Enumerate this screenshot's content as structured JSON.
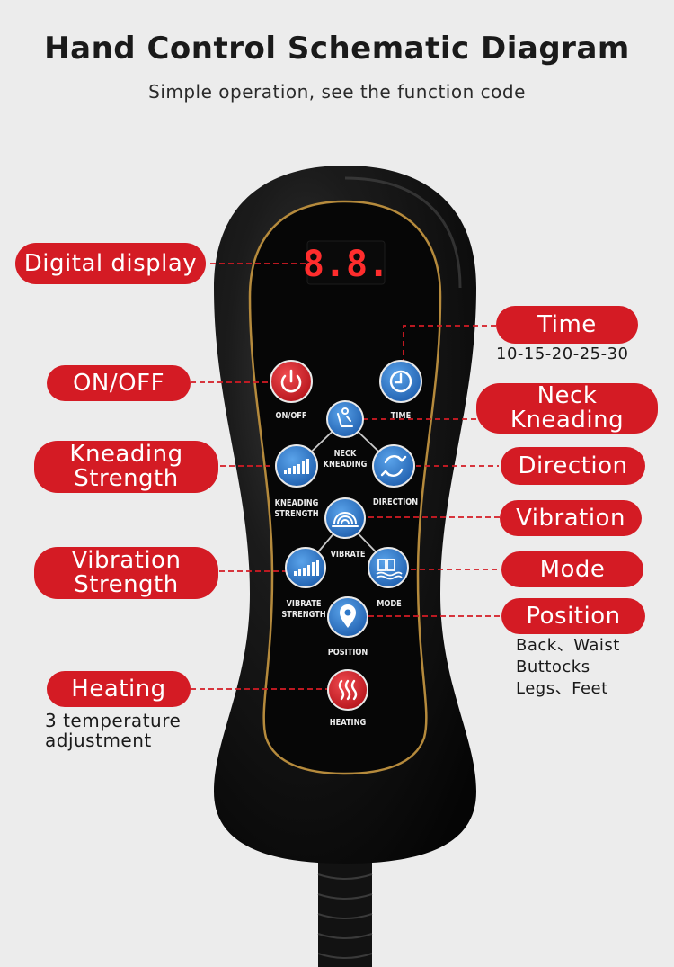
{
  "header": {
    "title": "Hand Control Schematic Diagram",
    "subtitle": "Simple operation, see the function code"
  },
  "display": {
    "reading": "8.8."
  },
  "colors": {
    "callout": "#d41b24",
    "device": "#121212",
    "gold_trim": "#b58a3c",
    "button_blue": "#2f79c9",
    "button_red": "#d61f26",
    "segment_red": "#ff2d2d"
  },
  "buttons": {
    "onoff": {
      "label": "ON/OFF",
      "icon": "power-icon"
    },
    "time": {
      "label": "TIME",
      "icon": "clock-icon"
    },
    "neck_kneading": {
      "label_1": "NECK",
      "label_2": "KNEADING",
      "icon": "massage-chair-icon"
    },
    "kneading_strength": {
      "label_1": "KNEADING",
      "label_2": "STRENGTH",
      "icon": "strength-bars-icon"
    },
    "direction": {
      "label": "DIRECTION",
      "icon": "rotate-arrows-icon"
    },
    "vibrate": {
      "label": "VIBRATE",
      "icon": "vibration-waves-icon"
    },
    "vibrate_strength": {
      "label_1": "VIBRATE",
      "label_2": "STRENGTH",
      "icon": "strength-bars-icon"
    },
    "mode": {
      "label": "MODE",
      "icon": "mode-grid-icon"
    },
    "position": {
      "label": "POSITION",
      "icon": "location-pin-icon"
    },
    "heating": {
      "label": "HEATING",
      "icon": "heat-waves-icon"
    }
  },
  "callouts": {
    "digital_display": {
      "line_1": "Digital display"
    },
    "time": {
      "line_1": "Time",
      "note": "10-15-20-25-30"
    },
    "onoff": {
      "line_1": "ON/OFF"
    },
    "neck_kneading": {
      "line_1": "Neck",
      "line_2": "Kneading"
    },
    "kneading_strength": {
      "line_1": "Kneading",
      "line_2": "Strength"
    },
    "direction": {
      "line_1": "Direction"
    },
    "vibration": {
      "line_1": "Vibration"
    },
    "vibration_strength": {
      "line_1": "Vibration",
      "line_2": "Strength"
    },
    "mode": {
      "line_1": "Mode"
    },
    "position": {
      "line_1": "Position",
      "note_1": "Back、Waist",
      "note_2": "Buttocks",
      "note_3": "Legs、Feet"
    },
    "heating": {
      "line_1": "Heating",
      "note_1": "3 temperature",
      "note_2": "adjustment"
    }
  }
}
